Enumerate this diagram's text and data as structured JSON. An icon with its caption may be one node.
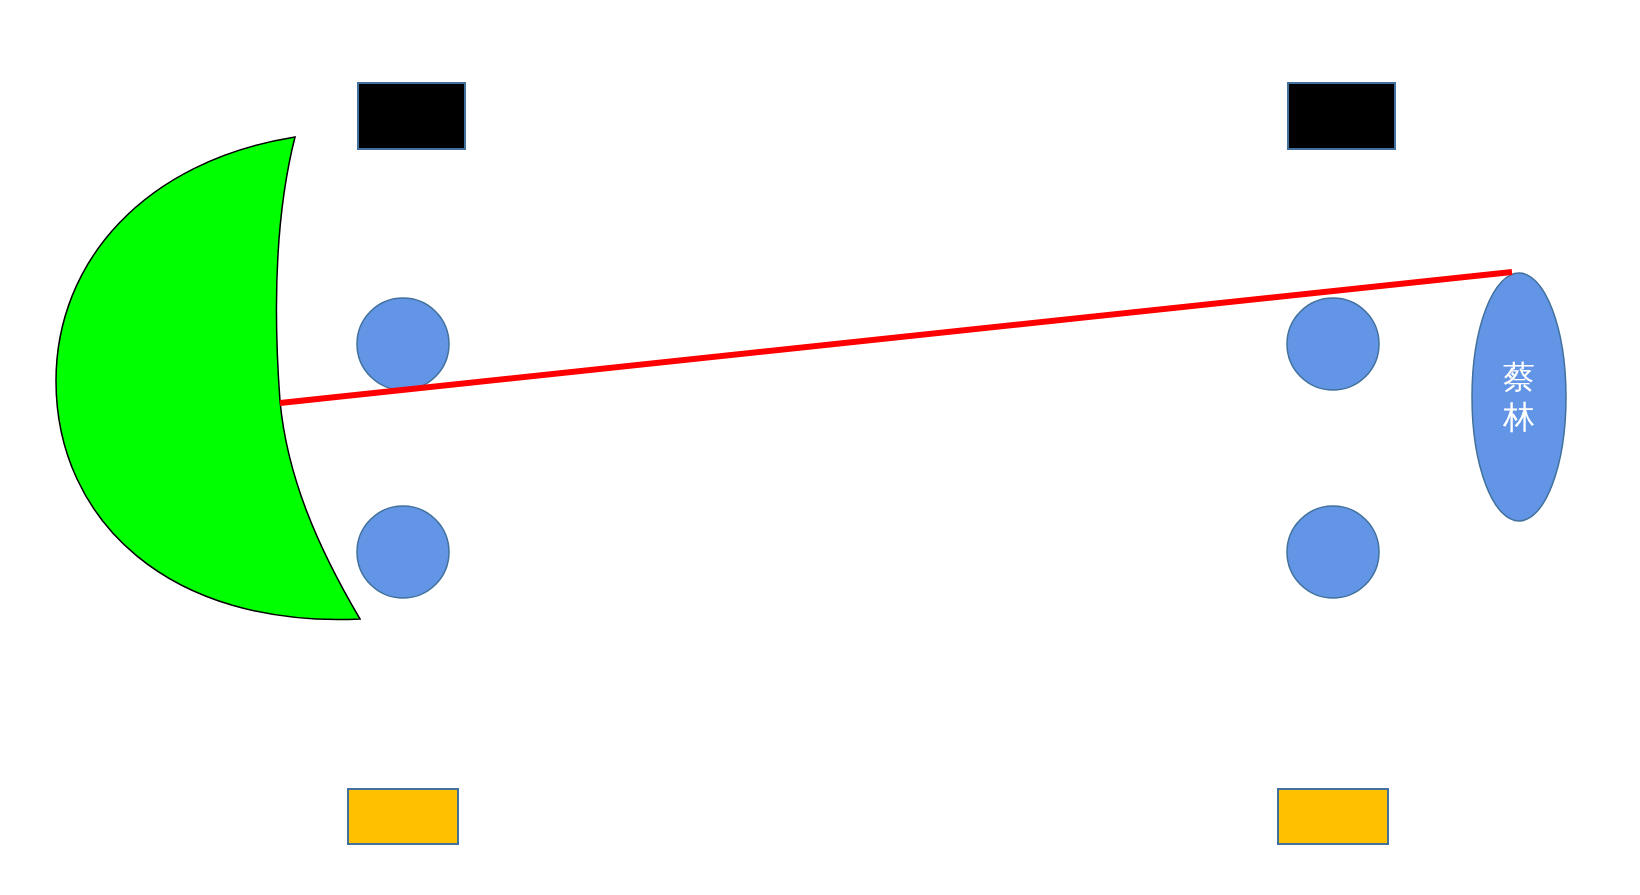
{
  "diagram": {
    "nodes": [
      {
        "text": [],
        "shape": "box"
      },
      {
        "text": [],
        "shape": "box"
      },
      {
        "text": [],
        "shape": "crescent"
      },
      {
        "text": [],
        "shape": "circle"
      },
      {
        "text": [],
        "shape": "circle"
      },
      {
        "text": [
          "蔡林"
        ]
      },
      {
        "text": [],
        "shape": "circle"
      },
      {
        "text": [],
        "shape": "circle"
      },
      {
        "text": [],
        "shape": "box"
      },
      {
        "text": [],
        "shape": "box"
      }
    ],
    "edges": [
      {
        "from": 2,
        "to": 5,
        "arrow": "none",
        "color": "#ff0000"
      }
    ]
  }
}
